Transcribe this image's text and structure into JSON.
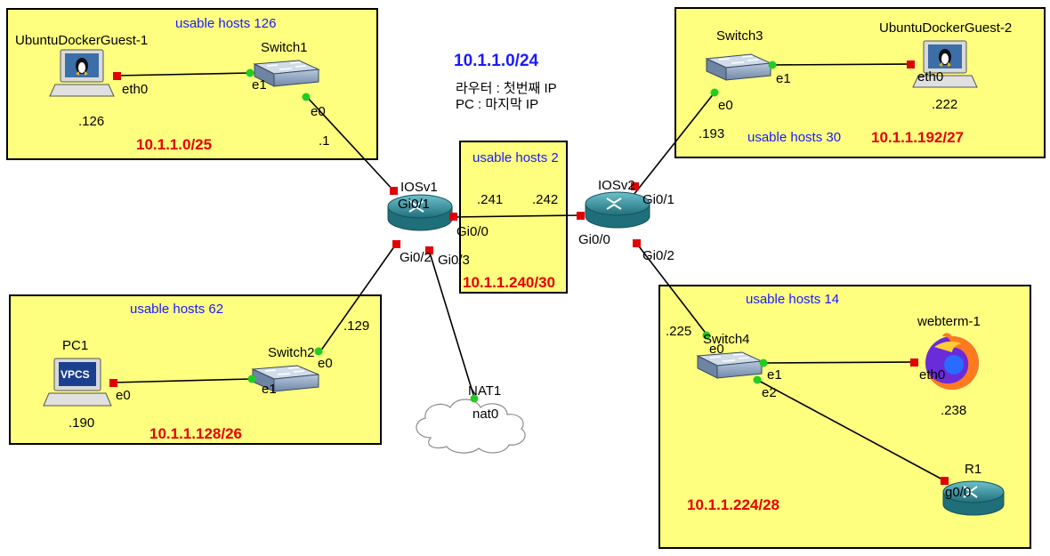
{
  "title": {
    "subnet": "10.1.1.0/24",
    "note_line1": "라우터 : 첫번째 IP",
    "note_line2": "PC : 마지막 IP"
  },
  "zones": {
    "z1": {
      "hosts": "usable hosts 126",
      "net": "10.1.1.0/25"
    },
    "z2": {
      "hosts": "usable hosts 62",
      "net": "10.1.1.128/26"
    },
    "z3": {
      "hosts": "usable hosts 2",
      "net": "10.1.1.240/30"
    },
    "z4": {
      "hosts": "usable hosts 30",
      "net": "10.1.1.192/27"
    },
    "z5": {
      "hosts": "usable hosts 14",
      "net": "10.1.1.224/28"
    }
  },
  "nodes": {
    "ubuntu1": "UbuntuDockerGuest-1",
    "switch1": "Switch1",
    "pc1": "PC1",
    "pc1_screen": "VPCS",
    "switch2": "Switch2",
    "iosv1": "IOSv1",
    "iosv2": "IOSv2",
    "nat1": "NAT1",
    "switch3": "Switch3",
    "ubuntu2": "UbuntuDockerGuest-2",
    "switch4": "Switch4",
    "webterm": "webterm-1",
    "r1": "R1"
  },
  "ports": {
    "u1_eth0": "eth0",
    "s1_e1": "e1",
    "s1_e0": "e0",
    "pc1_e0": "e0",
    "s2_e1": "e1",
    "s2_e0": "e0",
    "r1_gi01": "Gi0/1",
    "r1_gi00": "Gi0/0",
    "r1_gi02": "Gi0/2",
    "r1_gi03": "Gi0/3",
    "r2_gi00": "Gi0/0",
    "r2_gi01": "Gi0/1",
    "r2_gi02": "Gi0/2",
    "nat_nat0": "nat0",
    "s3_e0": "e0",
    "s3_e1": "e1",
    "u2_eth0": "eth0",
    "s4_e0": "e0",
    "s4_e1": "e1",
    "s4_e2": "e2",
    "wt_eth0": "eth0",
    "rr1_g00": "g0/0"
  },
  "ips": {
    "u1": ".126",
    "r1_gi01": ".1",
    "pc1": ".190",
    "r1_gi02": ".129",
    "r1_gi00": ".241",
    "r2_gi00": ".242",
    "r2_gi01": ".193",
    "u2": ".222",
    "r2_gi02": ".225",
    "webterm": ".238"
  },
  "colors": {
    "zone_fill": "#ffff7f",
    "subnet_text": "#e60000",
    "hosts_text": "#1a1aff",
    "port_up": "#22cc22",
    "port_down": "#e00000",
    "router": "#2e8b99"
  }
}
